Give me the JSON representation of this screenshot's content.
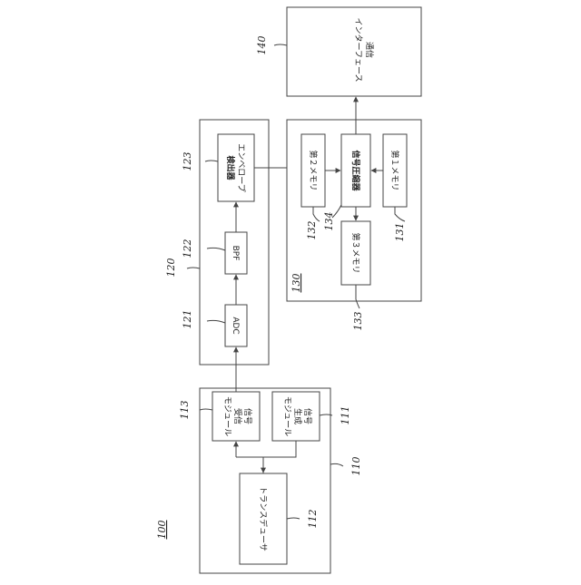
{
  "diagram": {
    "refs": {
      "system": "100",
      "block_110": "110",
      "signal_gen": "111",
      "transducer": "112",
      "signal_recv": "113",
      "block_120": "120",
      "adc": "121",
      "bpf": "122",
      "envelope": "123",
      "block_130": "130",
      "memory1": "131",
      "memory2": "132",
      "memory3": "133",
      "compressor": "134",
      "comm_if": "140"
    },
    "labels": {
      "transducer": "トランスデューサ",
      "signal_gen": [
        "信号",
        "生成",
        "モジュール"
      ],
      "signal_recv": [
        "信号",
        "受信",
        "モジュール"
      ],
      "adc": "ADC",
      "bpf": "BPF",
      "envelope": [
        "エンベロープ",
        "検出器"
      ],
      "memory2": "第２メモリ",
      "compressor": "信号圧縮器",
      "memory1": "第１メモリ",
      "memory3": "第３メモリ",
      "comm_if": [
        "通信",
        "インターフェース"
      ]
    }
  }
}
